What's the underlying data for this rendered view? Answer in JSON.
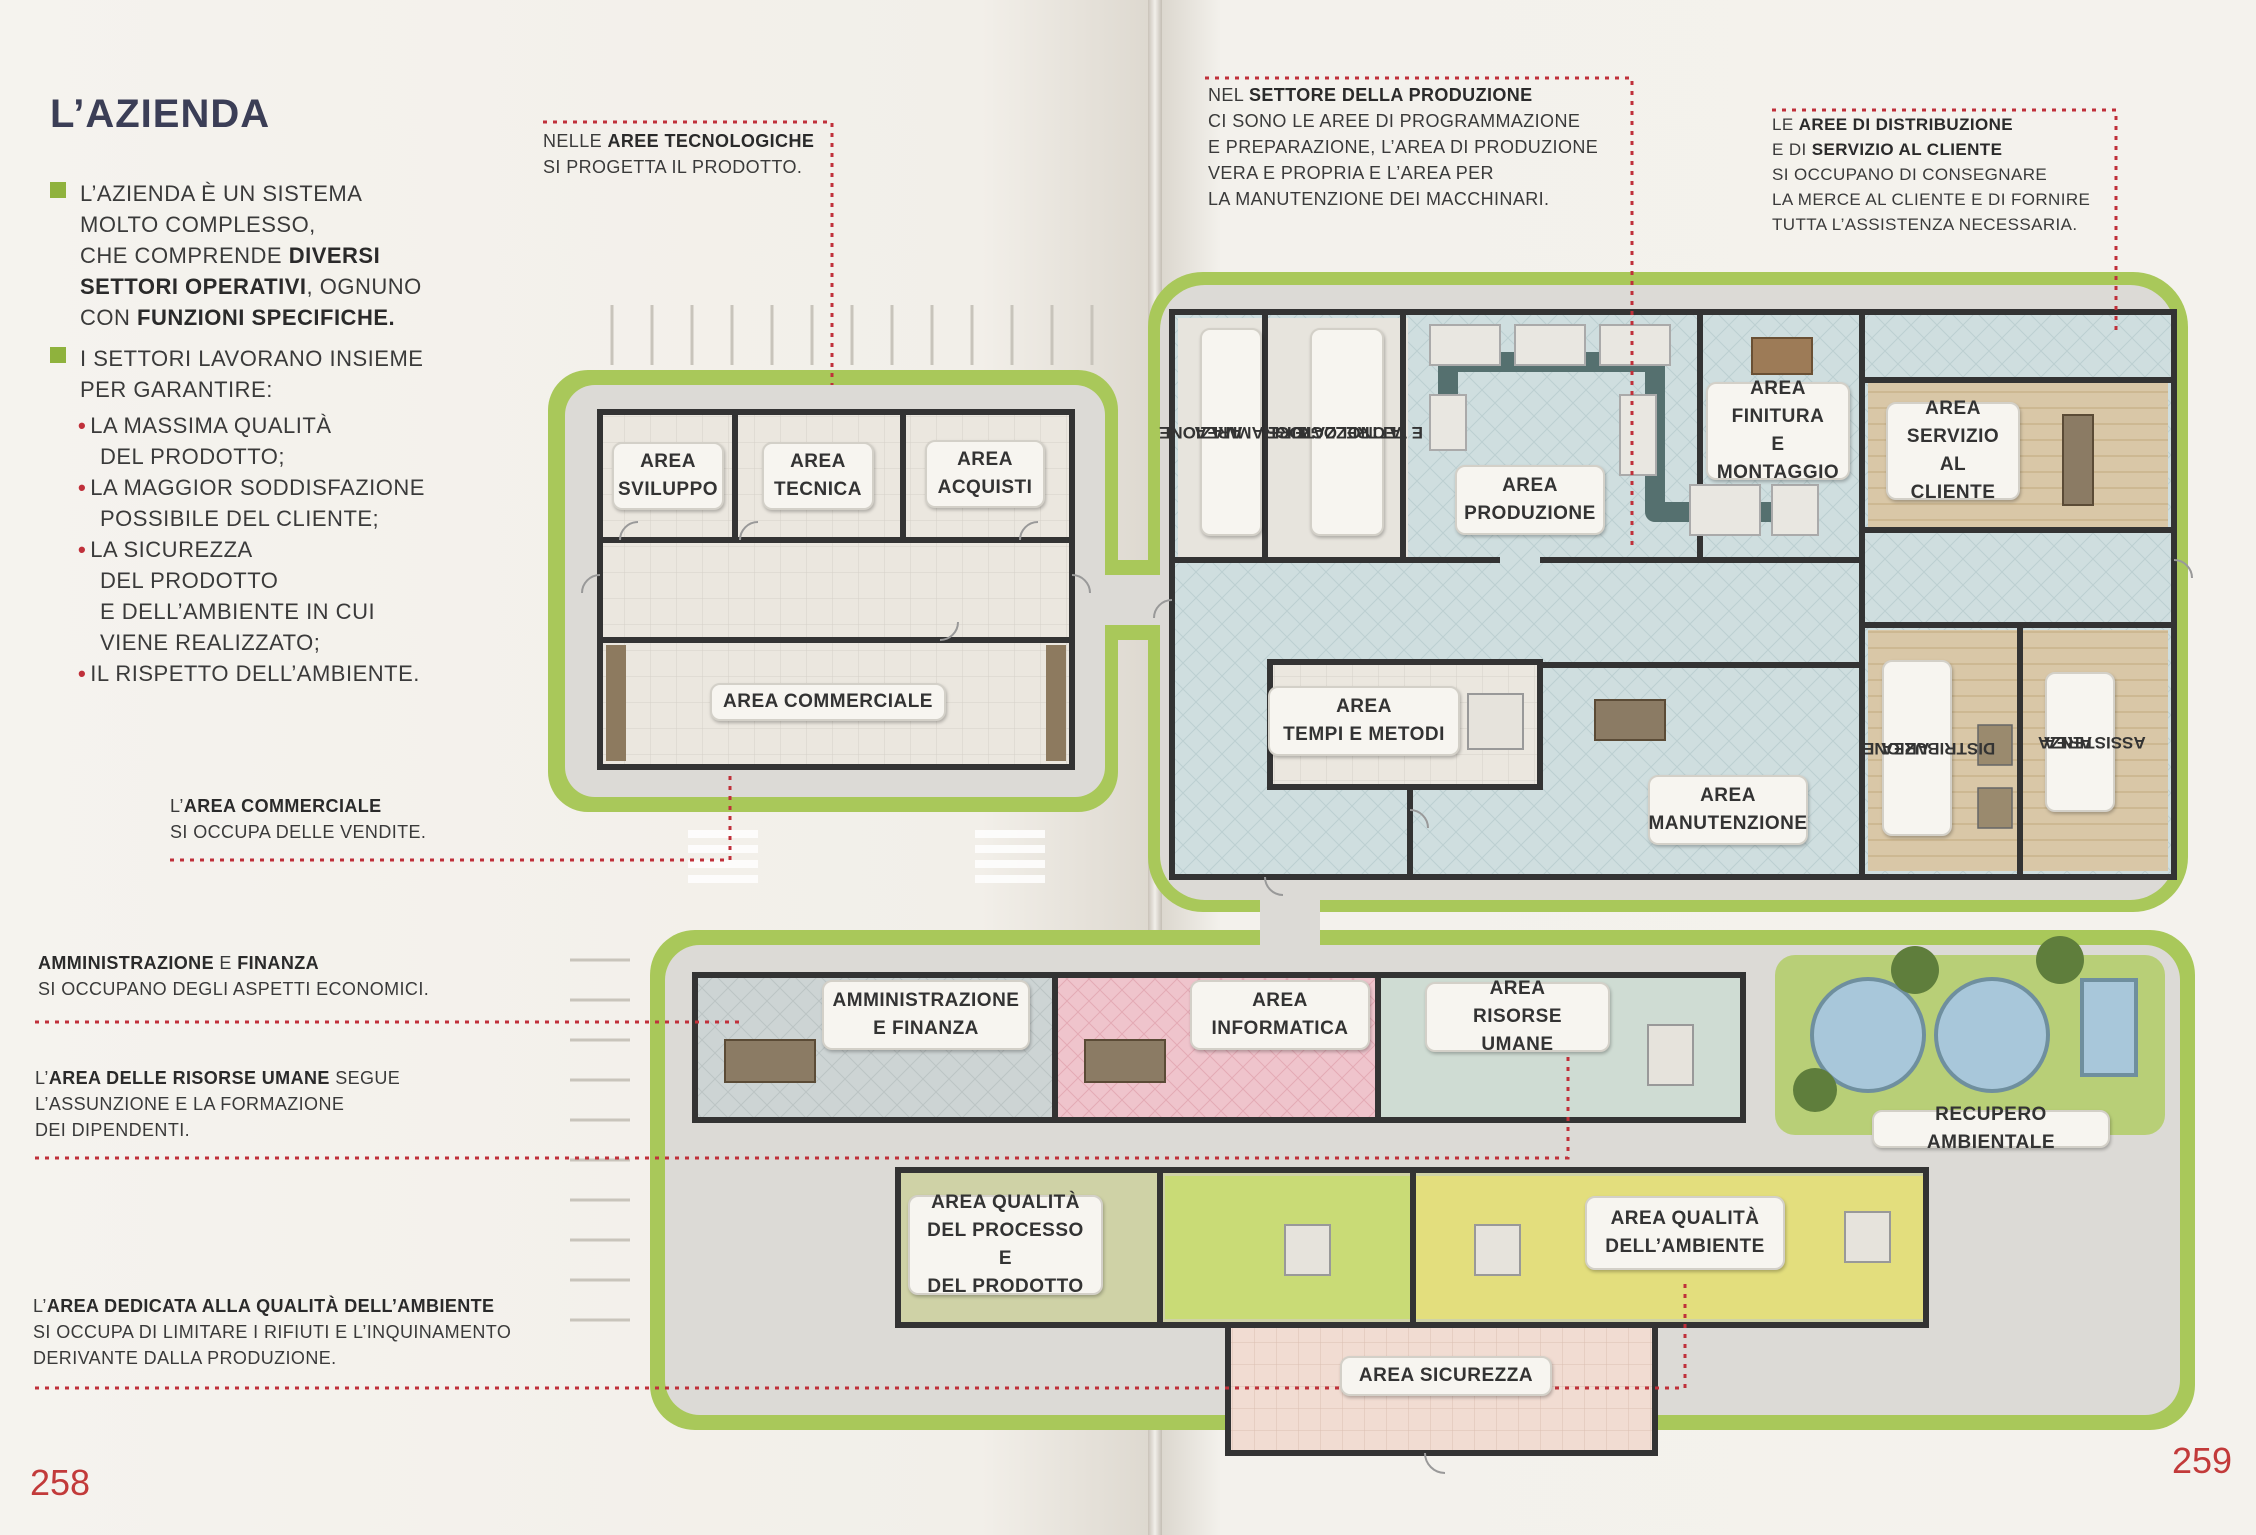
{
  "left_page": {
    "title": "L’AZIENDA",
    "bullet1": {
      "line1": "L’AZIENDA È UN SISTEMA",
      "line2": "MOLTO COMPLESSO,",
      "line3a": "CHE COMPRENDE ",
      "line3b": "DIVERSI",
      "line4a": "SETTORI OPERATIVI",
      "line4b": ", OGNUNO",
      "line5a": "CON ",
      "line5b": "FUNZIONI SPECIFICHE."
    },
    "bullet2": {
      "line1": "I SETTORI LAVORANO INSIEME",
      "line2": "PER GARANTIRE:",
      "items": [
        [
          "LA MASSIMA QUALITÀ",
          "DEL PRODOTTO;"
        ],
        [
          "LA MAGGIOR SODDISFAZIONE",
          "POSSIBILE DEL CLIENTE;"
        ],
        [
          "LA SICUREZZA",
          "DEL PRODOTTO",
          "E DELL’AMBIENTE IN CUI",
          "VIENE REALIZZATO;"
        ],
        [
          "IL RISPETTO DELL’AMBIENTE."
        ]
      ]
    },
    "note_tecnologiche": {
      "pre": "NELLE ",
      "bold": "AREE TECNOLOGICHE",
      "line2": "SI PROGETTA IL PRODOTTO."
    },
    "note_commerciale": {
      "pre": "L’",
      "bold": "AREA COMMERCIALE",
      "line2": "SI OCCUPA DELLE VENDITE."
    },
    "note_amministrazione": {
      "bold1": "AMMINISTRAZIONE",
      "mid": " E ",
      "bold2": "FINANZA",
      "line2": "SI OCCUPANO DEGLI ASPETTI ECONOMICI."
    },
    "note_risorse": {
      "pre": "L’",
      "bold": "AREA DELLE RISORSE UMANE",
      "post": " SEGUE",
      "line2": "L’ASSUNZIONE E LA FORMAZIONE",
      "line3": "DEI DIPENDENTI."
    },
    "note_ambiente": {
      "pre": "L’",
      "bold": "AREA DEDICATA ALLA QUALITÀ DELL’AMBIENTE",
      "line2": "SI OCCUPA DI LIMITARE I RIFIUTI E L’INQUINAMENTO",
      "line3": "DERIVANTE DALLA PRODUZIONE."
    },
    "page_number": "258"
  },
  "right_page": {
    "note_produzione": {
      "pre": "NEL ",
      "bold": "SETTORE DELLA PRODUZIONE",
      "line2": "CI SONO LE AREE DI PROGRAMMAZIONE",
      "line3": "E PREPARAZIONE, L’AREA DI PRODUZIONE",
      "line4": "VERA E PROPRIA E L’AREA PER",
      "line5": "LA MANUTENZIONE DEI MACCHINARI."
    },
    "note_distribuzione": {
      "pre": "LE ",
      "bold": "AREE DI DISTRIBUZIONE",
      "line2a": "E DI ",
      "line2b": "SERVIZIO AL CLIENTE",
      "line3": "SI OCCUPANO DI CONSEGNARE",
      "line4": "LA MERCE AL CLIENTE E DI FORNIRE",
      "line5": "TUTTA L’ASSISTENZA NECESSARIA."
    },
    "page_number": "259"
  },
  "areas": {
    "sviluppo": [
      "AREA",
      "SVILUPPO"
    ],
    "tecnica": [
      "AREA",
      "TECNICA"
    ],
    "acquisti": [
      "AREA",
      "ACQUISTI"
    ],
    "commerciale": "AREA COMMERCIALE",
    "programmazione": [
      "AREA",
      "PROGRAMMAZIONE"
    ],
    "attrezzature": [
      "ATTREZZATURE",
      "E TECNOLOGIE"
    ],
    "produzione": [
      "AREA",
      "PRODUZIONE"
    ],
    "finitura": [
      "AREA",
      "FINITURA",
      "E MONTAGGIO"
    ],
    "servizio": [
      "AREA",
      "SERVIZIO",
      "AL CLIENTE"
    ],
    "tempi": [
      "AREA",
      "TEMPI E METODI"
    ],
    "manutenzione": [
      "AREA",
      "MANUTENZIONE"
    ],
    "distribuzione": [
      "AREA",
      "DISTRIBUZIONE"
    ],
    "assistenza": [
      "AREA",
      "ASSISTENZA"
    ],
    "amministrazione": [
      "AMMINISTRAZIONE",
      "E FINANZA"
    ],
    "informatica": [
      "AREA",
      "INFORMATICA"
    ],
    "risorse": [
      "AREA",
      "RISORSE UMANE"
    ],
    "recupero": "RECUPERO AMBIENTALE",
    "qualita_processo": [
      "AREA QUALITÀ",
      "DEL PROCESSO E",
      "DEL PRODOTTO"
    ],
    "qualita_ambiente": [
      "AREA QUALITÀ",
      "DELL’AMBIENTE"
    ],
    "sicurezza": "AREA SICUREZZA"
  },
  "colors": {
    "accent_green": "#8fb23d",
    "dotted_line": "#c0303a",
    "page_number": "#c23a3a",
    "title": "#3b3e56"
  }
}
